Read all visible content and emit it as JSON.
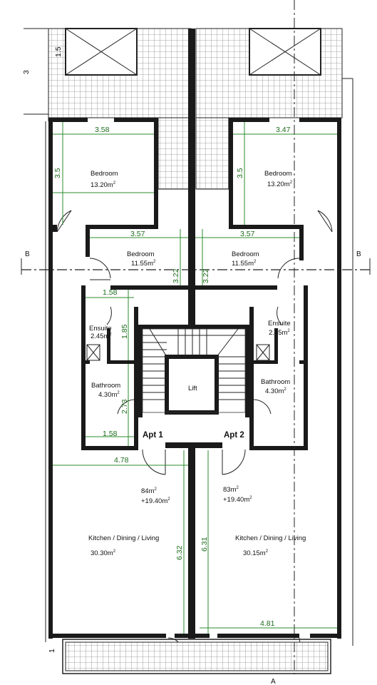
{
  "rooms": {
    "bedroom_tl": {
      "name": "Bedroom",
      "area": "13.20m",
      "sup": "2"
    },
    "bedroom_tr": {
      "name": "Bedroom",
      "area": "13.20m",
      "sup": "2"
    },
    "bedroom_ml": {
      "name": "Bedroom",
      "area": "11.55m",
      "sup": "2"
    },
    "bedroom_mr": {
      "name": "Bedroom",
      "area": "11.55m",
      "sup": "2"
    },
    "ensuite_l": {
      "name": "Ensuite",
      "area": "2.45m",
      "sup": "2"
    },
    "ensuite_r": {
      "name": "Ensuite",
      "area": "2.45m",
      "sup": "2"
    },
    "bathroom_l": {
      "name": "Bathroom",
      "area": "4.30m",
      "sup": "2"
    },
    "bathroom_r": {
      "name": "Bathroom",
      "area": "4.30m",
      "sup": "2"
    },
    "lift": {
      "name": "Lift"
    },
    "kitchen_l": {
      "name": "Kitchen / Dining / Living",
      "area": "30.30m",
      "sup": "2"
    },
    "kitchen_r": {
      "name": "Kitchen / Dining / Living",
      "area": "30.15m",
      "sup": "2"
    }
  },
  "apartments": {
    "apt1": {
      "label": "Apt 1",
      "total": "84m",
      "total_sup": "2",
      "extra": "+19.40m",
      "extra_sup": "2"
    },
    "apt2": {
      "label": "Apt 2",
      "total": "83m",
      "total_sup": "2",
      "extra": "+19.40m",
      "extra_sup": "2"
    }
  },
  "dimensions": {
    "top_left_width": "3.58",
    "top_right_width": "3.47",
    "top_left_depth": "3.5",
    "top_right_depth": "3.5",
    "mid_left_width": "3.57",
    "mid_right_width": "3.57",
    "mid_left_depth": "3.22",
    "mid_right_depth": "3.22",
    "ensuite_width": "1.58",
    "ensuite_depth": "1.85",
    "bath_width": "1.58",
    "bath_depth": "2.73",
    "kitchen_left_width": "4.78",
    "kitchen_right_width": "4.81",
    "kitchen_left_depth": "6.32",
    "kitchen_right_depth": "6.31",
    "outer_height": "3",
    "light_well": "1.5",
    "balcony": "1"
  },
  "sections": {
    "b_left": "B",
    "b_right": "B",
    "a_bottom": "A"
  },
  "colors": {
    "wall": "#1a1a1a",
    "dimension": "#2e8b2e",
    "tile": "#cfcfcf"
  }
}
